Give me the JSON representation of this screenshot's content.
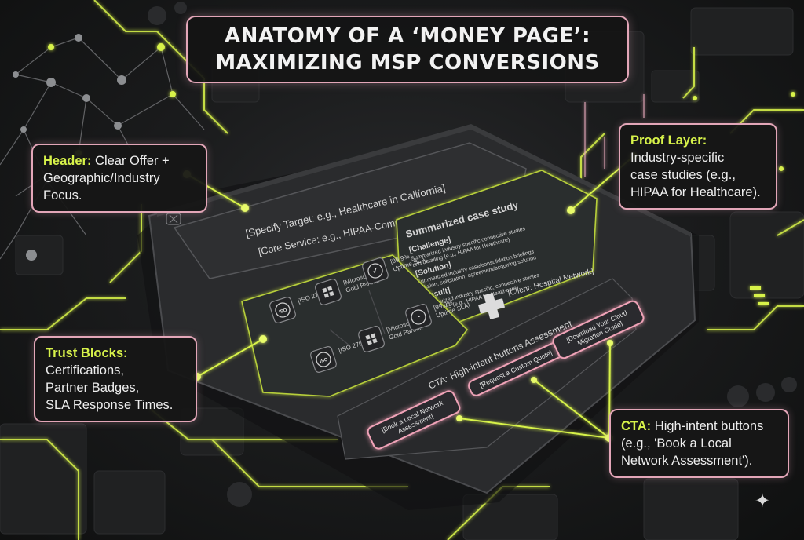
{
  "title": {
    "line1": "ANATOMY OF A ‘MONEY PAGE’:",
    "line2": "MAXIMIZING MSP CONVERSIONS"
  },
  "callouts": {
    "header": {
      "heading": "Header:",
      "lines": [
        "Clear Offer +",
        "Geographic/Industry",
        "Focus."
      ]
    },
    "proof": {
      "heading": "Proof Layer:",
      "lines": [
        "Industry-specific",
        "case studies (e.g.,",
        "HIPAA for Healthcare)."
      ]
    },
    "trust": {
      "heading": "Trust Blocks:",
      "lines": [
        "Certifications,",
        "Partner Badges,",
        "SLA Response Times."
      ]
    },
    "cta": {
      "heading": "CTA:",
      "lines": [
        "High-intent buttons",
        "(e.g., 'Book a Local",
        "Network Assessment')."
      ]
    }
  },
  "mockup": {
    "header_line1": "[Specify Target: e.g., Healthcare in California]",
    "header_line2": "[Core Service: e.g., HIPAA-Compliant Managed IT]",
    "case_study": {
      "title": "Summarized case study",
      "challenge_label": "[Challenge]",
      "challenge_text": [
        "Summarized industry specific connective studies",
        "and detailing (e.g., HIPAA for Healthcare)"
      ],
      "solution_label": "[Solution]",
      "solution_text": [
        "Summarized industry case/consolidation briefings",
        "solution, solicitation, agreement/acquiring solution"
      ],
      "result_label": "[Result]",
      "result_text": [
        "Summarized industry specific, connective studies",
        "worldwides (e.g., HIPAA for Healthcare)."
      ],
      "client": "[Client: Hospital Network]"
    },
    "badges": [
      {
        "icon": "iso-icon",
        "glyph": "ISO",
        "label": [
          "[ISO 27001]"
        ]
      },
      {
        "icon": "microsoft-icon",
        "glyph": "",
        "label": [
          "[Microsoft",
          "Gold Partner"
        ]
      },
      {
        "icon": "shield-check-icon",
        "glyph": "✓",
        "label": [
          "[99.9%",
          "Uptime SLA]"
        ]
      },
      {
        "icon": "iso-icon",
        "glyph": "ISO",
        "label": [
          "[ISO 27001]"
        ]
      },
      {
        "icon": "microsoft-icon",
        "glyph": "",
        "label": [
          "[Microsoft",
          "Gold Partner"
        ]
      },
      {
        "icon": "gauge-icon",
        "glyph": "◔",
        "label": [
          "[99.9%",
          "Uptime SLA]"
        ]
      }
    ],
    "cta": {
      "title": "CTA: High-intent buttons Assessment",
      "buttons": [
        [
          "[Book a Local Network",
          "Assessment]"
        ],
        [
          "[Request a Custom Quote]"
        ],
        [
          "[Download Your Cloud",
          "Migration Guide]"
        ]
      ]
    }
  },
  "colors": {
    "accent": "#d7f24a",
    "callout_border": "#e3a6b8",
    "button_glow": "#f0a3b8",
    "panel": "#2b2c2e",
    "background": "#161616"
  }
}
